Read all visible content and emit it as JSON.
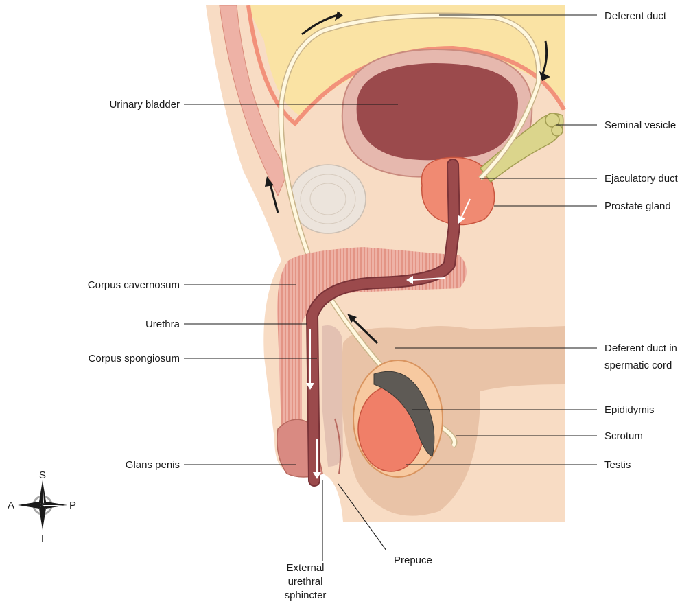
{
  "labels": {
    "deferent_duct": "Deferent duct",
    "urinary_bladder": "Urinary bladder",
    "seminal_vesicle": "Seminal vesicle",
    "ejaculatory_duct": "Ejaculatory duct",
    "prostate_gland": "Prostate gland",
    "corpus_cavernosum": "Corpus cavernosum",
    "urethra": "Urethra",
    "corpus_spongiosum": "Corpus spongiosum",
    "deferent_duct_cord_line1": "Deferent duct in",
    "deferent_duct_cord_line2": "spermatic cord",
    "epididymis": "Epididymis",
    "scrotum": "Scrotum",
    "testis": "Testis",
    "glans_penis": "Glans penis",
    "external_sphincter_line1": "External",
    "external_sphincter_line2": "urethral",
    "external_sphincter_line3": "sphincter",
    "prepuce": "Prepuce"
  },
  "compass": {
    "north": "S",
    "south": "I",
    "west": "A",
    "east": "P"
  },
  "colors": {
    "skin": "#f8dcc4",
    "fat": "#fae3a4",
    "peritoneum": "#f2917a",
    "bladder_wall": "#e6b8ae",
    "bladder_lumen": "#9b4a4c",
    "prostate": "#f08a72",
    "erectile": "#e9a79b",
    "urethra": "#9b4a4c",
    "duct": "#fff8e0",
    "vesicle": "#dbd58c",
    "scrotum": "#e9c3a7",
    "testis": "#f07f68"
  }
}
